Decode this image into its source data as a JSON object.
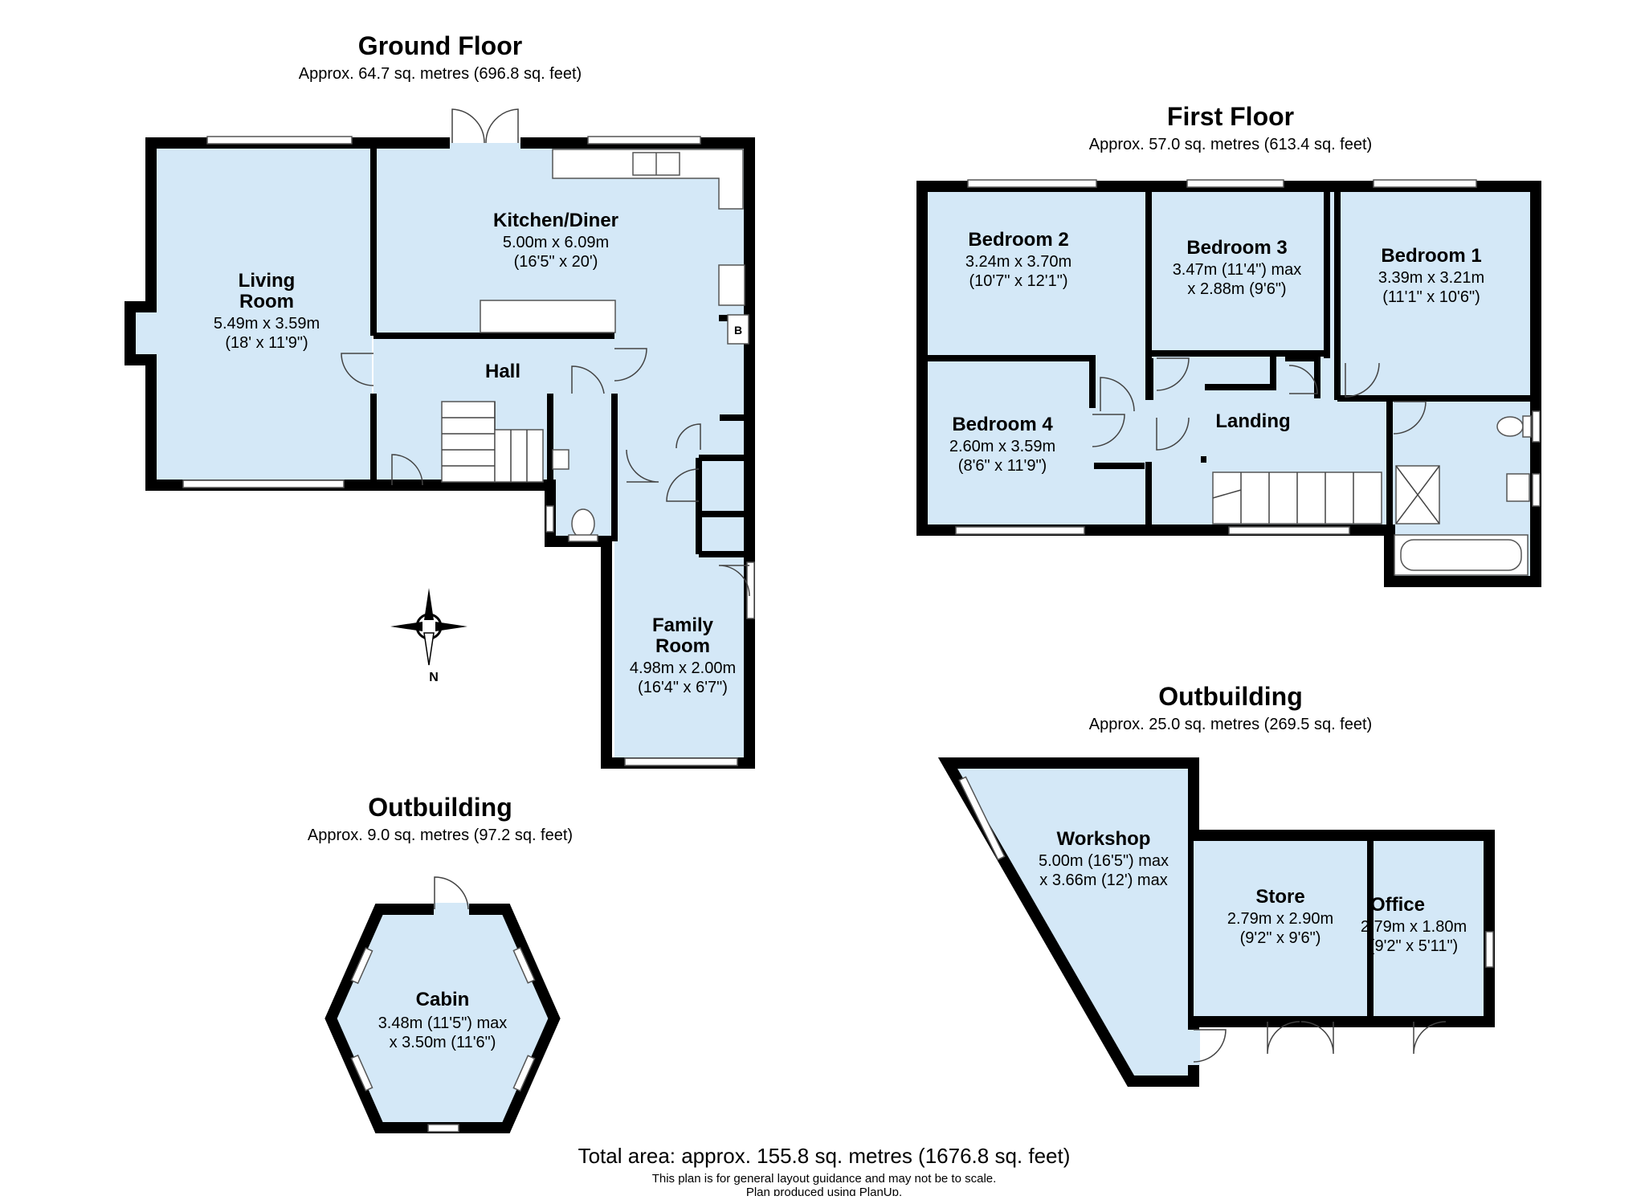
{
  "ground_floor": {
    "title": "Ground Floor",
    "area": "Approx. 64.7 sq. metres (696.8 sq. feet)",
    "rooms": {
      "living": {
        "name1": "Living",
        "name2": "Room",
        "dim1": "5.49m x 3.59m",
        "dim2": "(18' x 11'9\")"
      },
      "kitchen": {
        "name": "Kitchen/Diner",
        "dim1": "5.00m x 6.09m",
        "dim2": "(16'5\" x 20')"
      },
      "hall": {
        "name": "Hall"
      },
      "family": {
        "name1": "Family",
        "name2": "Room",
        "dim1": "4.98m x 2.00m",
        "dim2": "(16'4\" x 6'7\")"
      }
    },
    "boiler_label": "B",
    "compass_label": "N"
  },
  "first_floor": {
    "title": "First Floor",
    "area": "Approx. 57.0 sq. metres (613.4 sq. feet)",
    "rooms": {
      "bed2": {
        "name": "Bedroom 2",
        "dim1": "3.24m x 3.70m",
        "dim2": "(10'7\" x 12'1\")"
      },
      "bed3": {
        "name": "Bedroom 3",
        "dim1": "3.47m (11'4\") max",
        "dim2": "x 2.88m (9'6\")"
      },
      "bed1": {
        "name": "Bedroom 1",
        "dim1": "3.39m x 3.21m",
        "dim2": "(11'1\" x 10'6\")"
      },
      "bed4": {
        "name": "Bedroom 4",
        "dim1": "2.60m x 3.59m",
        "dim2": "(8'6\" x 11'9\")"
      },
      "landing": {
        "name": "Landing"
      }
    }
  },
  "outbuilding_cabin": {
    "title": "Outbuilding",
    "area": "Approx. 9.0 sq. metres (97.2 sq. feet)",
    "room": {
      "name": "Cabin",
      "dim1": "3.48m (11'5\") max",
      "dim2": "x 3.50m (11'6\")"
    }
  },
  "outbuilding_workshop": {
    "title": "Outbuilding",
    "area": "Approx. 25.0 sq. metres (269.5 sq. feet)",
    "rooms": {
      "workshop": {
        "name": "Workshop",
        "dim1": "5.00m (16'5\") max",
        "dim2": "x 3.66m (12') max"
      },
      "store": {
        "name": "Store",
        "dim1": "2.79m x 2.90m",
        "dim2": "(9'2\" x 9'6\")"
      },
      "office": {
        "name": "Office",
        "dim1": "2.79m x 1.80m",
        "dim2": "(9'2\" x 5'11\")"
      }
    }
  },
  "footer": {
    "total": "Total area: approx. 155.8 sq. metres (1676.8 sq. feet)",
    "note1": "This plan is for general layout guidance and may not be to scale.",
    "note2": "Plan produced using PlanUp."
  },
  "colors": {
    "room_fill": "#d4e8f7",
    "wall": "#000000"
  }
}
